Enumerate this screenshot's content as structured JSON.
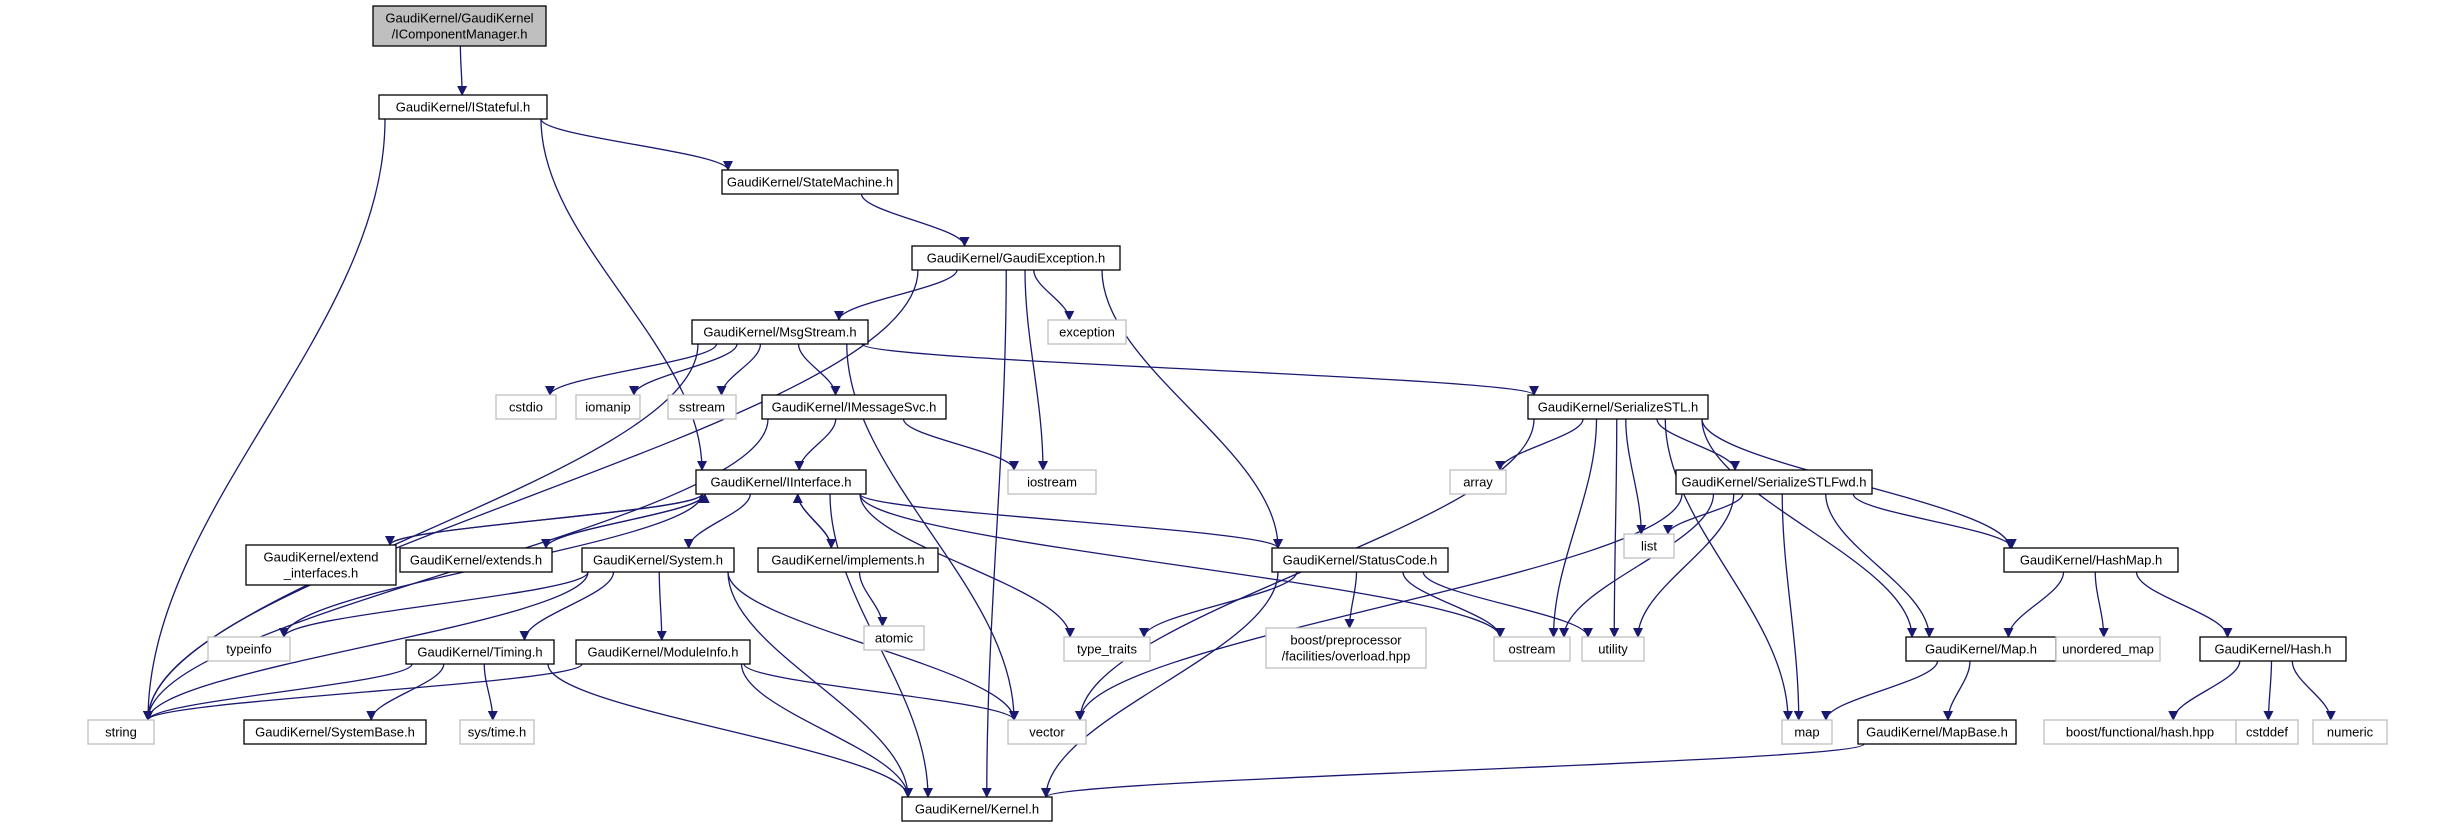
{
  "diagram": {
    "colors": {
      "edge": "#191970",
      "header_border": "#000000",
      "system_border": "#bfbfbf",
      "root_fill": "#bfbfbf"
    },
    "nodes": {
      "icm": {
        "label": [
          "GaudiKernel/GaudiKernel",
          "/IComponentManager.h"
        ],
        "kind": "root"
      },
      "ist": {
        "label": [
          "GaudiKernel/IStateful.h"
        ],
        "kind": "header"
      },
      "sm": {
        "label": [
          "GaudiKernel/StateMachine.h"
        ],
        "kind": "header"
      },
      "gex": {
        "label": [
          "GaudiKernel/GaudiException.h"
        ],
        "kind": "header"
      },
      "exc": {
        "label": [
          "exception"
        ],
        "kind": "system"
      },
      "msg": {
        "label": [
          "GaudiKernel/MsgStream.h"
        ],
        "kind": "header"
      },
      "cstdio": {
        "label": [
          "cstdio"
        ],
        "kind": "system"
      },
      "iomanip": {
        "label": [
          "iomanip"
        ],
        "kind": "system"
      },
      "sstream": {
        "label": [
          "sstream"
        ],
        "kind": "system"
      },
      "imsg": {
        "label": [
          "GaudiKernel/IMessageSvc.h"
        ],
        "kind": "header"
      },
      "iostream": {
        "label": [
          "iostream"
        ],
        "kind": "system"
      },
      "ser": {
        "label": [
          "GaudiKernel/SerializeSTL.h"
        ],
        "kind": "header"
      },
      "array": {
        "label": [
          "array"
        ],
        "kind": "system"
      },
      "serfwd": {
        "label": [
          "GaudiKernel/SerializeSTLFwd.h"
        ],
        "kind": "header"
      },
      "list": {
        "label": [
          "list"
        ],
        "kind": "system"
      },
      "iif": {
        "label": [
          "GaudiKernel/IInterface.h"
        ],
        "kind": "header"
      },
      "extint": {
        "label": [
          "GaudiKernel/extend",
          "_interfaces.h"
        ],
        "kind": "header"
      },
      "ext": {
        "label": [
          "GaudiKernel/extends.h"
        ],
        "kind": "header"
      },
      "sys": {
        "label": [
          "GaudiKernel/System.h"
        ],
        "kind": "header"
      },
      "impl": {
        "label": [
          "GaudiKernel/implements.h"
        ],
        "kind": "header"
      },
      "stc": {
        "label": [
          "GaudiKernel/StatusCode.h"
        ],
        "kind": "header"
      },
      "hmap": {
        "label": [
          "GaudiKernel/HashMap.h"
        ],
        "kind": "header"
      },
      "typeinfo": {
        "label": [
          "typeinfo"
        ],
        "kind": "system"
      },
      "atomic": {
        "label": [
          "atomic"
        ],
        "kind": "system"
      },
      "ttraits": {
        "label": [
          "type_traits"
        ],
        "kind": "system"
      },
      "boostpp": {
        "label": [
          "boost/preprocessor",
          "/facilities/overload.hpp"
        ],
        "kind": "system"
      },
      "ostream": {
        "label": [
          "ostream"
        ],
        "kind": "system"
      },
      "utility": {
        "label": [
          "utility"
        ],
        "kind": "system"
      },
      "map_h": {
        "label": [
          "GaudiKernel/Map.h"
        ],
        "kind": "header"
      },
      "umap": {
        "label": [
          "unordered_map"
        ],
        "kind": "system"
      },
      "hash": {
        "label": [
          "GaudiKernel/Hash.h"
        ],
        "kind": "header"
      },
      "timing": {
        "label": [
          "GaudiKernel/Timing.h"
        ],
        "kind": "header"
      },
      "modinfo": {
        "label": [
          "GaudiKernel/ModuleInfo.h"
        ],
        "kind": "header"
      },
      "string": {
        "label": [
          "string"
        ],
        "kind": "system"
      },
      "sysbase": {
        "label": [
          "GaudiKernel/SystemBase.h"
        ],
        "kind": "header"
      },
      "systime": {
        "label": [
          "sys/time.h"
        ],
        "kind": "system"
      },
      "vector": {
        "label": [
          "vector"
        ],
        "kind": "system"
      },
      "map": {
        "label": [
          "map"
        ],
        "kind": "system"
      },
      "mapbase": {
        "label": [
          "GaudiKernel/MapBase.h"
        ],
        "kind": "header"
      },
      "boosthash": {
        "label": [
          "boost/functional/hash.hpp"
        ],
        "kind": "system"
      },
      "cstddef": {
        "label": [
          "cstddef"
        ],
        "kind": "system"
      },
      "numeric": {
        "label": [
          "numeric"
        ],
        "kind": "system"
      },
      "kernel": {
        "label": [
          "GaudiKernel/Kernel.h"
        ],
        "kind": "header"
      }
    },
    "edges": [
      [
        "icm",
        "ist"
      ],
      [
        "ist",
        "sm"
      ],
      [
        "ist",
        "iif"
      ],
      [
        "ist",
        "string"
      ],
      [
        "sm",
        "gex"
      ],
      [
        "gex",
        "msg"
      ],
      [
        "gex",
        "exc"
      ],
      [
        "gex",
        "iostream"
      ],
      [
        "gex",
        "stc"
      ],
      [
        "gex",
        "string"
      ],
      [
        "gex",
        "kernel"
      ],
      [
        "msg",
        "cstdio"
      ],
      [
        "msg",
        "iomanip"
      ],
      [
        "msg",
        "sstream"
      ],
      [
        "msg",
        "imsg"
      ],
      [
        "msg",
        "ser"
      ],
      [
        "msg",
        "string"
      ],
      [
        "msg",
        "vector"
      ],
      [
        "imsg",
        "iif"
      ],
      [
        "imsg",
        "iostream"
      ],
      [
        "imsg",
        "string"
      ],
      [
        "ser",
        "array"
      ],
      [
        "ser",
        "serfwd"
      ],
      [
        "ser",
        "list"
      ],
      [
        "ser",
        "ostream"
      ],
      [
        "ser",
        "utility"
      ],
      [
        "ser",
        "map_h"
      ],
      [
        "ser",
        "hmap"
      ],
      [
        "ser",
        "map"
      ],
      [
        "ser",
        "vector"
      ],
      [
        "serfwd",
        "list"
      ],
      [
        "serfwd",
        "ostream"
      ],
      [
        "serfwd",
        "utility"
      ],
      [
        "serfwd",
        "map_h"
      ],
      [
        "serfwd",
        "hmap"
      ],
      [
        "serfwd",
        "map"
      ],
      [
        "serfwd",
        "vector"
      ],
      [
        "iif",
        "extint"
      ],
      [
        "iif",
        "ext"
      ],
      [
        "iif",
        "sys"
      ],
      [
        "iif",
        "impl"
      ],
      [
        "iif",
        "stc"
      ],
      [
        "iif",
        "typeinfo"
      ],
      [
        "iif",
        "ttraits"
      ],
      [
        "iif",
        "ostream"
      ],
      [
        "iif",
        "kernel"
      ],
      [
        "extint",
        "iif"
      ],
      [
        "ext",
        "iif"
      ],
      [
        "impl",
        "iif"
      ],
      [
        "impl",
        "atomic"
      ],
      [
        "sys",
        "typeinfo"
      ],
      [
        "sys",
        "timing"
      ],
      [
        "sys",
        "modinfo"
      ],
      [
        "sys",
        "string"
      ],
      [
        "sys",
        "vector"
      ],
      [
        "sys",
        "kernel"
      ],
      [
        "timing",
        "sysbase"
      ],
      [
        "timing",
        "systime"
      ],
      [
        "timing",
        "string"
      ],
      [
        "timing",
        "kernel"
      ],
      [
        "modinfo",
        "string"
      ],
      [
        "modinfo",
        "vector"
      ],
      [
        "modinfo",
        "kernel"
      ],
      [
        "stc",
        "ttraits"
      ],
      [
        "stc",
        "boostpp"
      ],
      [
        "stc",
        "ostream"
      ],
      [
        "stc",
        "utility"
      ],
      [
        "stc",
        "kernel"
      ],
      [
        "hmap",
        "map_h"
      ],
      [
        "hmap",
        "umap"
      ],
      [
        "hmap",
        "hash"
      ],
      [
        "hash",
        "boosthash"
      ],
      [
        "hash",
        "cstddef"
      ],
      [
        "hash",
        "numeric"
      ],
      [
        "map_h",
        "map"
      ],
      [
        "map_h",
        "mapbase"
      ],
      [
        "mapbase",
        "kernel"
      ]
    ]
  }
}
